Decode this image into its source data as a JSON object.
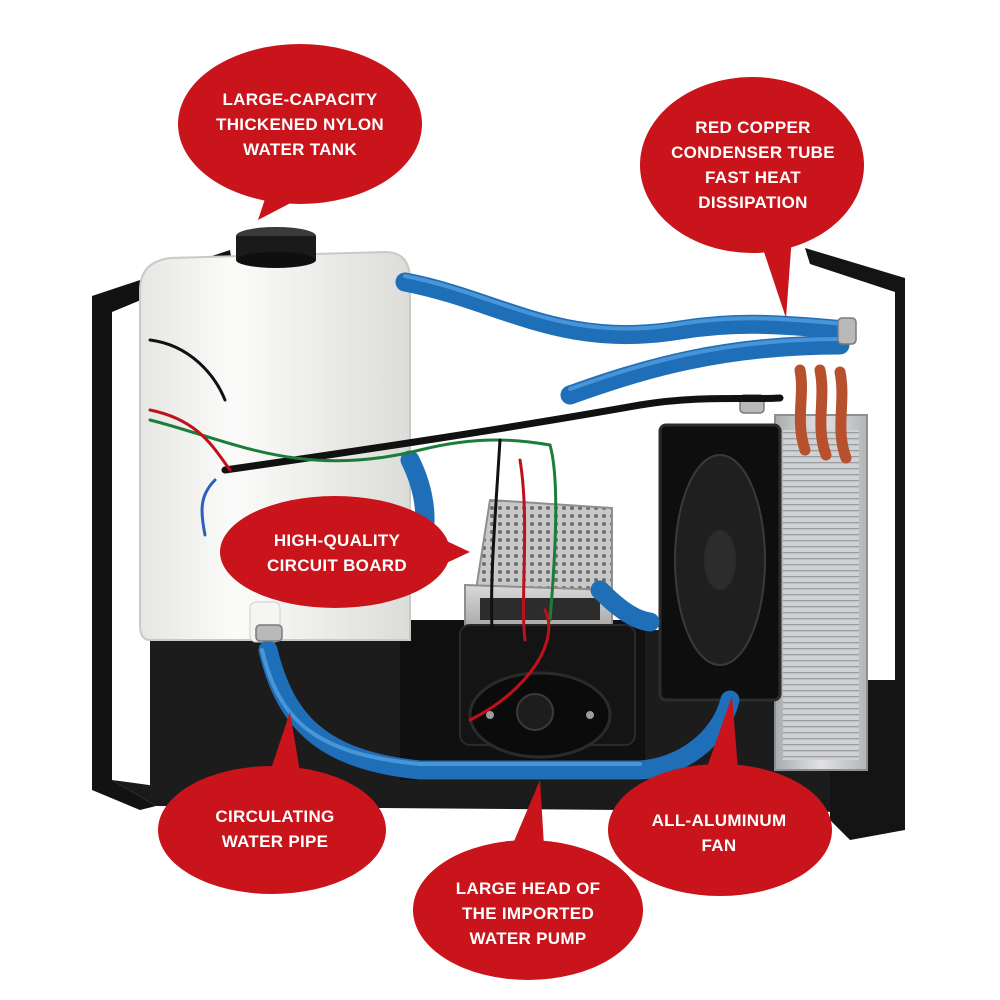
{
  "callouts": [
    {
      "id": "water-tank",
      "lines": [
        "LARGE-CAPACITY",
        "THICKENED NYLON",
        "WATER TANK"
      ]
    },
    {
      "id": "condenser-tube",
      "lines": [
        "RED COPPER",
        "CONDENSER TUBE",
        "FAST HEAT",
        "DISSIPATION"
      ]
    },
    {
      "id": "circuit-board",
      "lines": [
        "HIGH-QUALITY",
        "CIRCUIT BOARD"
      ]
    },
    {
      "id": "water-pipe",
      "lines": [
        "CIRCULATING",
        "WATER PIPE"
      ]
    },
    {
      "id": "aluminum-fan",
      "lines": [
        "ALL-ALUMINUM",
        "FAN"
      ]
    },
    {
      "id": "water-pump",
      "lines": [
        "LARGE HEAD OF",
        "THE IMPORTED",
        "WATER PUMP"
      ]
    }
  ],
  "colors": {
    "callout_red": "#c8141a",
    "chassis_black": "#141414",
    "hose_blue": "#1f6fb8",
    "tank_white": "#f3f3f1",
    "heatsink_silver": "#c9cbcd"
  }
}
